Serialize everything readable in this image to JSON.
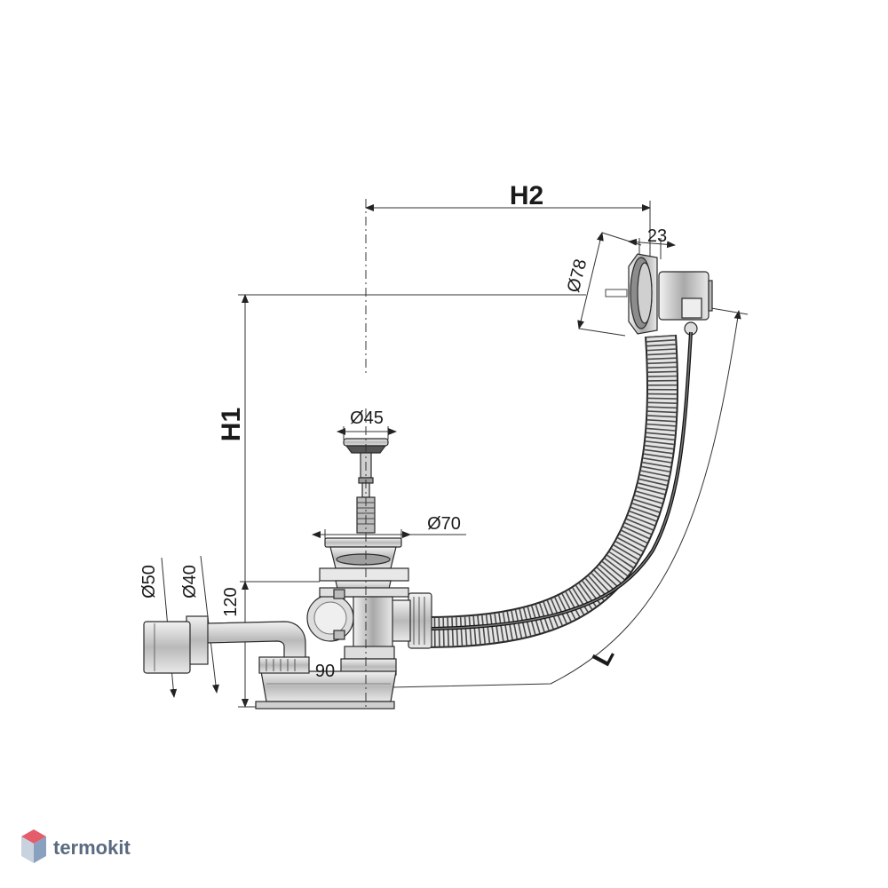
{
  "drawing": {
    "dimensions": {
      "h1": "H1",
      "h2": "H2",
      "l": "L",
      "d78": "Ø78",
      "d23": "23",
      "d45": "Ø45",
      "d70": "Ø70",
      "d50": "Ø50",
      "d40": "Ø40",
      "d120": "120",
      "d90": "90"
    }
  },
  "watermark": {
    "brand": "termokit",
    "colors": {
      "top": "#e35d6a",
      "left": "#c9d3e0",
      "right": "#8aa0bf"
    }
  },
  "colors": {
    "line": "#2a2a2a",
    "part_fill": "#d9d9d9",
    "part_dark": "#9a9a9a",
    "background": "#ffffff"
  }
}
